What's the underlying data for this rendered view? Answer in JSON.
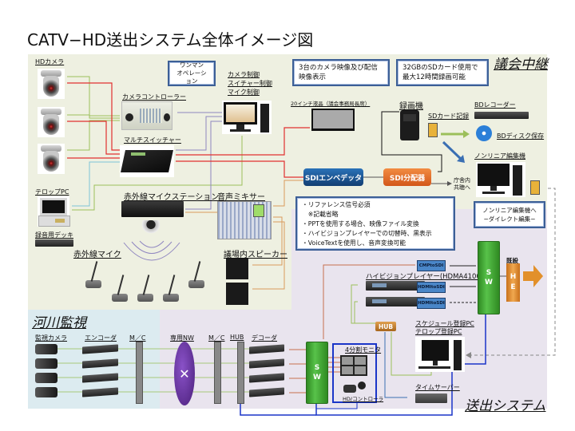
{
  "title": "CATV−HD送出システム全体イメージ図",
  "sections": {
    "gikai": "議会中継",
    "kasen": "河川監視",
    "soshutsu": "送出システム"
  },
  "colors": {
    "gikai_bg": "#eef0e1",
    "kasen_bg": "#dcebf0",
    "soshutsu_bg": "#e9e4ee",
    "line_red": "#e23030",
    "line_green": "#9cbf5a",
    "line_purple": "#8f86c0",
    "line_orange": "#d99a5c",
    "line_blue": "#1a35c8",
    "line_cyan": "#7fc3d8",
    "sdi_embedder": "#1d5a9a",
    "sdi_splitter": "#e8742a",
    "switch_green": "#3fa633",
    "he_orange": "#e2902a"
  },
  "notes": {
    "one_man": [
      "ワンマン",
      "オペレーション"
    ],
    "monitor_display": [
      "3台のカメラ映像及び配信",
      "映像表示"
    ],
    "sd_recording": [
      "32GBのSDカード使用で",
      "最大12時間録画可能"
    ],
    "reference": [
      "・リファレンス信号必須",
      "　※記載省略",
      "・PPTを使用する場合、映像ファイル変換",
      "・ハイビジョンプレイヤーでの切替時、黒表示",
      "・VoiceTextを使用し、音声変換可能"
    ],
    "direct_edit": [
      "ノンリニア編集機へ",
      "−ダイレクト編集−"
    ]
  },
  "labels": {
    "hd_camera": "HDカメラ",
    "camera_controller": "カメラコントローラー",
    "camera_control": [
      "カメラ制御",
      "スイチャー制御",
      "マイク制御"
    ],
    "multi_switcher": "マルチスイッチャー",
    "telop_pc": "テロップPC",
    "recording_deck": "録音用デッキ",
    "ir_mic_station": "赤外線マイクステーション",
    "ir_mic": "赤外線マイク",
    "audio_mixer": "音声ミキサー",
    "hall_speaker": "議場内スピーカー",
    "lcd_20": "20インチ液晶（議会事務局長席）",
    "recorder": "録画機",
    "sd_card_record": "SDカード記録",
    "bd_recorder": "BDレコーダー",
    "bd_disc": "BDディスク保存",
    "nonlinear_editor": "ノンリニア編集機",
    "sdi_embedder": "SDIエンベデッタ",
    "sdi_splitter": "SDI分配器",
    "office_share": [
      "庁舎内",
      "共聴へ"
    ],
    "hd_player": "ハイビジョンプレイヤー(HDMA4100)",
    "cmp_to_sdi": "CMPtoSDI",
    "hdmi_to_sdi_1": "HDMItoSDI",
    "hdmi_to_sdi_2": "HDMItoSDI",
    "switch": [
      "S",
      "W"
    ],
    "existing": "既設",
    "he": [
      "H",
      "E"
    ],
    "hub_soshutsu": "HUB",
    "schedule_pc": [
      "スケジュール登録PC",
      "テロップ登録PC"
    ],
    "quad_monitor": "4分割モニタ",
    "hd_controller": "HD/コントローラ",
    "time_server": "タイムサーバー",
    "surveillance_camera": "監視カメラ",
    "encoder": "エンコーダ",
    "mc_1": "M／C",
    "dedicated_nw": "専用NW",
    "mc_2": "M／C",
    "hub_kasen": "HUB",
    "decoder": "デコーダ"
  }
}
